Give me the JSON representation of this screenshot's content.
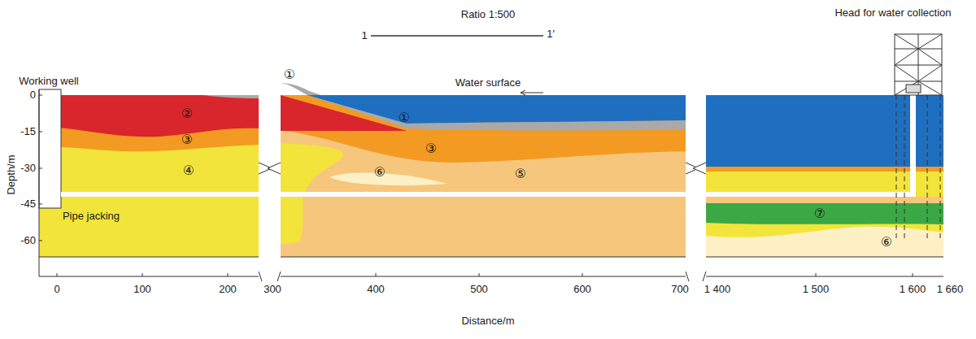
{
  "diagram": {
    "labels": [
      "Ratio 1:500",
      "1",
      "1′",
      "Head for water collection",
      "Working well",
      "Water surface",
      "Depth/m",
      "0",
      "-15",
      "-30",
      "-45",
      "-60",
      "①",
      "②",
      "③",
      "④",
      "①",
      "③",
      "⑥",
      "⑤",
      "Pipe jacking",
      "⑦",
      "⑥",
      "0",
      "100",
      "200",
      "300",
      "400",
      "500",
      "600",
      "700",
      "1 400",
      "1 500",
      "1 600",
      "1 660",
      "Distance/m"
    ]
  }
}
